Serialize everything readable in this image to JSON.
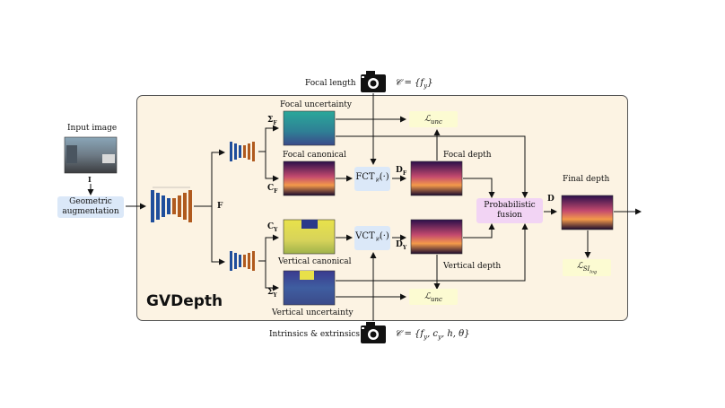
{
  "title": "GVDepth",
  "input": {
    "label": "Input image",
    "symbol": "I"
  },
  "geo_aug": {
    "line1": "Geometric",
    "line2": "augmentation"
  },
  "features_symbol": "F",
  "focal": {
    "length_label": "Focal length",
    "camera_eq": "𝒞 = {f",
    "camera_eq_sub": "y",
    "camera_eq_end": "}",
    "uncertainty_label": "Focal uncertainty",
    "canonical_label": "Focal canonical",
    "depth_label": "Focal depth",
    "sigma": "Σ",
    "sigma_sub": "F",
    "c": "C",
    "c_sub": "F",
    "d": "D",
    "d_sub": "F",
    "transform": "FCT",
    "transform_sub": "𝒞",
    "transform_arg": "(·)",
    "loss": "ℒ",
    "loss_sub": "unc"
  },
  "vertical": {
    "intrinsics_label": "Intrinsics & extrinsics",
    "camera_eq": "𝒞 = {f",
    "camera_eq_rest": "y",
    "camera_eq_tail": ", c",
    "camera_eq_rest2": "y",
    "camera_eq_end": ", h, θ}",
    "uncertainty_label": "Vertical uncertainty",
    "canonical_label": "Vertical canonical",
    "depth_label": "Vertical depth",
    "sigma": "Σ",
    "sigma_sub": "Y",
    "c": "C",
    "c_sub": "Y",
    "d": "D",
    "d_sub": "Y",
    "transform": "VCT",
    "transform_sub": "𝒞",
    "transform_arg": "(·)",
    "loss": "ℒ",
    "loss_sub": "unc"
  },
  "fusion": {
    "line1": "Probabilistic",
    "line2": "fusion"
  },
  "final": {
    "label": "Final depth",
    "symbol": "D",
    "loss": "ℒ",
    "loss_sub": "SI",
    "loss_subsub": "log"
  },
  "colors": {
    "panel_bg": "#fcf3e3",
    "blue_box": "#dbe8f8",
    "pink_box": "#f2d4f4",
    "yellow_box": "#fcfbd2",
    "encoder_blue": "#1f4e9c",
    "decoder_orange": "#b05a1e"
  }
}
